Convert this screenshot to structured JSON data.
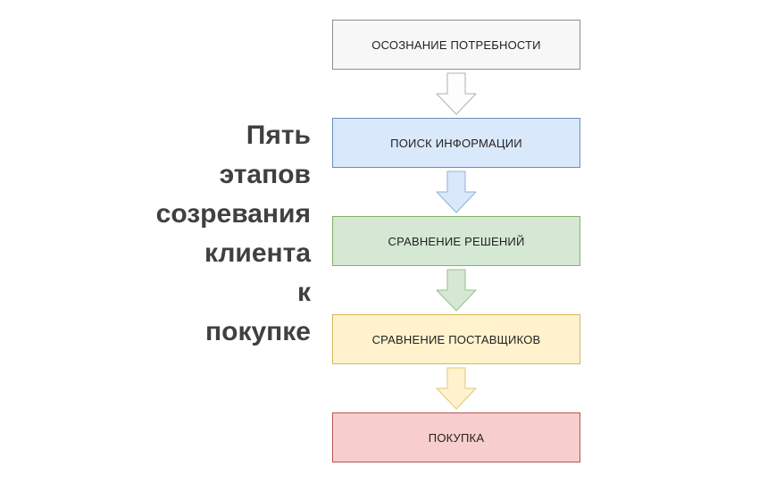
{
  "title": {
    "lines": [
      "Пять",
      "этапов",
      "созревания",
      "клиента",
      "к",
      "покупке"
    ],
    "color": "#404040"
  },
  "stages": [
    {
      "label": "ОСОЗНАНИЕ ПОТРЕБНОСТИ",
      "fill": "#f7f7f7",
      "border": "#8f8f8f",
      "text_color": "#222222"
    },
    {
      "label": "ПОИСК ИНФОРМАЦИИ",
      "fill": "#dae8fc",
      "border": "#6c8ebf",
      "text_color": "#222222"
    },
    {
      "label": "СРАВНЕНИЕ РЕШЕНИЙ",
      "fill": "#d5e8d4",
      "border": "#82b366",
      "text_color": "#222222"
    },
    {
      "label": "СРАВНЕНИЕ ПОСТАВЩИКОВ",
      "fill": "#fff2cc",
      "border": "#d6b656",
      "text_color": "#222222"
    },
    {
      "label": "ПОКУПКА",
      "fill": "#f8cecc",
      "border": "#b85450",
      "text_color": "#222222"
    }
  ],
  "arrows": [
    {
      "fill": "#fdfdfd",
      "border": "#b0b0b0"
    },
    {
      "fill": "#dae8fc",
      "border": "#8db0d8"
    },
    {
      "fill": "#d5e8d4",
      "border": "#96bf8a"
    },
    {
      "fill": "#fff2cc",
      "border": "#e0c77c"
    }
  ],
  "background": "#ffffff"
}
